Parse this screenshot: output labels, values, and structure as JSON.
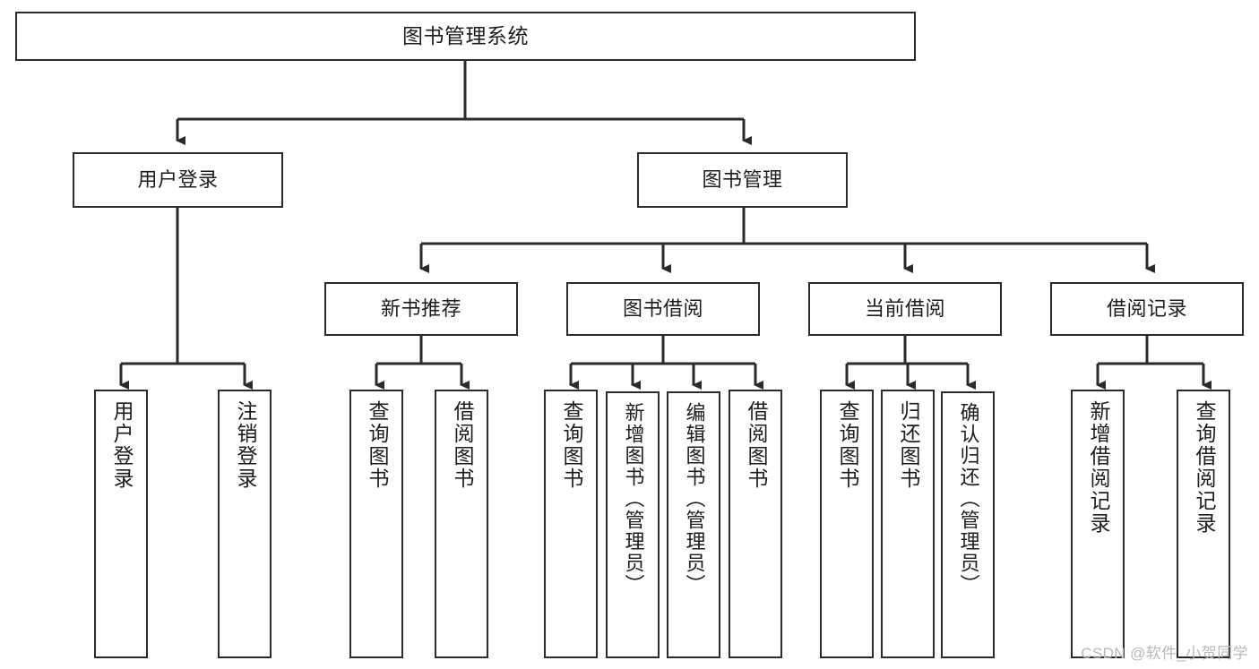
{
  "diagram": {
    "title": "图书管理系统",
    "type": "tree",
    "watermark": "CSDN @软件_小贺同学",
    "colors": {
      "box_border": "#2b2b2b",
      "box_fill": "#ffffff",
      "connector": "#2b2b2b",
      "text": "#1d1d1d",
      "watermark": "#b9b9b9",
      "background": "#ffffff"
    },
    "nodes": {
      "root": {
        "label": "图书管理系统"
      },
      "level2": [
        {
          "id": "user-login",
          "label": "用户登录"
        },
        {
          "id": "book-manage",
          "label": "图书管理"
        }
      ],
      "level3": [
        {
          "id": "new-book-recommend",
          "label": "新书推荐"
        },
        {
          "id": "book-borrow",
          "label": "图书借阅"
        },
        {
          "id": "current-borrow",
          "label": "当前借阅"
        },
        {
          "id": "borrow-record",
          "label": "借阅记录"
        }
      ],
      "leaves": {
        "user-login": [
          {
            "id": "leaf-user-login",
            "label": "用户登录"
          },
          {
            "id": "leaf-logout-login",
            "label": "注销登录"
          }
        ],
        "new-book-recommend": [
          {
            "id": "leaf-query-book-1",
            "label": "查询图书"
          },
          {
            "id": "leaf-borrow-book-1",
            "label": "借阅图书"
          }
        ],
        "book-borrow": [
          {
            "id": "leaf-query-book-2",
            "label": "查询图书"
          },
          {
            "id": "leaf-add-book-admin",
            "label": "新增图书（管理员）"
          },
          {
            "id": "leaf-edit-book-admin",
            "label": "编辑图书（管理员）"
          },
          {
            "id": "leaf-borrow-book-2",
            "label": "借阅图书"
          }
        ],
        "current-borrow": [
          {
            "id": "leaf-query-book-3",
            "label": "查询图书"
          },
          {
            "id": "leaf-return-book",
            "label": "归还图书"
          },
          {
            "id": "leaf-confirm-return-admin",
            "label": "确认归还（管理员）"
          }
        ],
        "borrow-record": [
          {
            "id": "leaf-add-borrow-record",
            "label": "新增借阅记录"
          },
          {
            "id": "leaf-query-borrow-record",
            "label": "查询借阅记录"
          }
        ]
      }
    }
  }
}
